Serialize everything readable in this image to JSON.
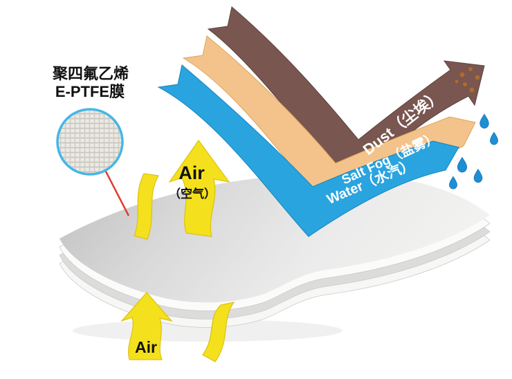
{
  "diagram": {
    "title": {
      "line1": "聚四氟乙烯",
      "line2": "E-PTFE膜"
    },
    "air_top": {
      "label": "Air",
      "sub": "（空气）"
    },
    "air_bottom": {
      "label": "Air"
    },
    "ribbons": {
      "dust": {
        "label": "Dust（尘埃）",
        "color": "#7a5650"
      },
      "salt_fog": {
        "label": "Salt Fog（盐雾）",
        "color": "#f3c38b"
      },
      "water": {
        "label": "Water（水汽）",
        "color": "#29a4df"
      }
    },
    "colors": {
      "air_yellow": "#f4e01c",
      "membrane_gray": "#d6d6d6",
      "droplet_blue": "#1e8fd4",
      "dust_particle": "#a96b3a",
      "magnifier_ring": "#45b6e8",
      "pointer_red": "#e03c31",
      "label_white": "#ffffff",
      "text_black": "#111111",
      "background": "#ffffff"
    }
  }
}
